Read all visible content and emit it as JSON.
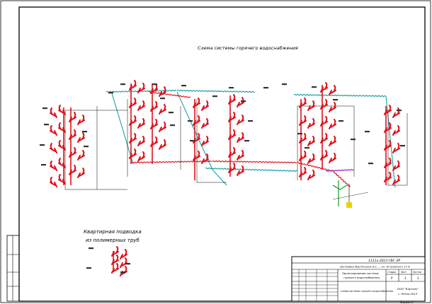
{
  "drawing": {
    "title": "Схема системы горячего водоснабжения",
    "note_line1": "Квартирная подводка",
    "note_line2": "из полимерных труб"
  },
  "title_block": {
    "code": "1111а-2013-ГВС-ЭР",
    "project_name": "Застройки ЖД Поселок А.С. ... ул. Островского 17 А",
    "sheet_title_line1": "Проектирование системы",
    "sheet_title_line2": "горячего водоснабжения",
    "sheet_name": "Схема системы горячего водоснабжения",
    "org_line1": "ООО \"Картэль\"",
    "org_line2": "г. Пенза 2013",
    "stage": "Стадия",
    "sheet_label": "Лист",
    "sheets_label": "Листов",
    "stage_value": "Р",
    "sheet_value": "1",
    "sheets_value": "1",
    "format": "Формат А"
  },
  "colors": {
    "supply": "#e0101a",
    "circulation": "#1aa0a0",
    "frame": "#000000",
    "accent_purple": "#a020c0",
    "accent_green": "#10a020",
    "accent_yellow": "#e6d400"
  }
}
